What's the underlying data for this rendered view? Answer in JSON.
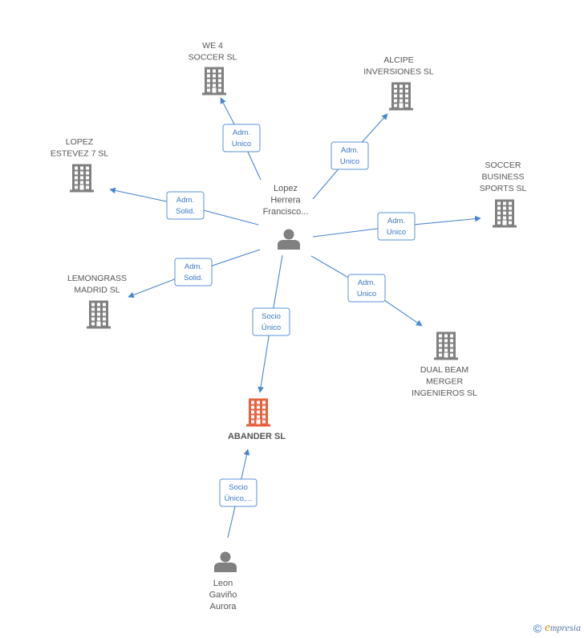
{
  "colors": {
    "company": "#808080",
    "focus_company": "#e8603c",
    "person": "#808080",
    "edge": "#4a86d0",
    "edge_label": "#3a78c8"
  },
  "nodes": [
    {
      "id": "we4",
      "type": "company",
      "lines": [
        "WE 4",
        "SOCCER  SL"
      ]
    },
    {
      "id": "alcipe",
      "type": "company",
      "lines": [
        "ALCIPE",
        "INVERSIONES SL"
      ]
    },
    {
      "id": "lopez_estevez",
      "type": "company",
      "lines": [
        "LOPEZ",
        "ESTEVEZ 7 SL"
      ]
    },
    {
      "id": "soccer_business",
      "type": "company",
      "lines": [
        "SOCCER",
        "BUSINESS",
        "SPORTS SL"
      ]
    },
    {
      "id": "lemongrass",
      "type": "company",
      "lines": [
        "LEMONGRASS",
        "MADRID SL"
      ]
    },
    {
      "id": "dual_beam",
      "type": "company",
      "lines": [
        "DUAL BEAM",
        "MERGER",
        "INGENIEROS SL"
      ]
    },
    {
      "id": "abander",
      "type": "focus_company",
      "lines": [
        "ABANDER SL"
      ]
    },
    {
      "id": "lopez_herrera",
      "type": "person",
      "lines": [
        "Lopez",
        "Herrera",
        "Francisco..."
      ]
    },
    {
      "id": "leon",
      "type": "person",
      "lines": [
        "Leon",
        "Gaviño",
        "Aurora"
      ]
    }
  ],
  "edges": [
    {
      "from": "lopez_herrera",
      "to": "we4",
      "lines": [
        "Adm.",
        "Unico"
      ]
    },
    {
      "from": "lopez_herrera",
      "to": "alcipe",
      "lines": [
        "Adm.",
        "Unico"
      ]
    },
    {
      "from": "lopez_herrera",
      "to": "lopez_estevez",
      "lines": [
        "Adm.",
        "Solid."
      ]
    },
    {
      "from": "lopez_herrera",
      "to": "soccer_business",
      "lines": [
        "Adm.",
        "Unico"
      ]
    },
    {
      "from": "lopez_herrera",
      "to": "lemongrass",
      "lines": [
        "Adm.",
        "Solid."
      ]
    },
    {
      "from": "lopez_herrera",
      "to": "dual_beam",
      "lines": [
        "Adm.",
        "Unico"
      ]
    },
    {
      "from": "lopez_herrera",
      "to": "abander",
      "lines": [
        "Socio",
        "Único"
      ]
    },
    {
      "from": "leon",
      "to": "abander",
      "lines": [
        "Socio",
        "Único,..."
      ]
    }
  ],
  "footer": {
    "copyright_symbol": "©",
    "brand_initial": "e",
    "brand_rest": "mpresia"
  }
}
